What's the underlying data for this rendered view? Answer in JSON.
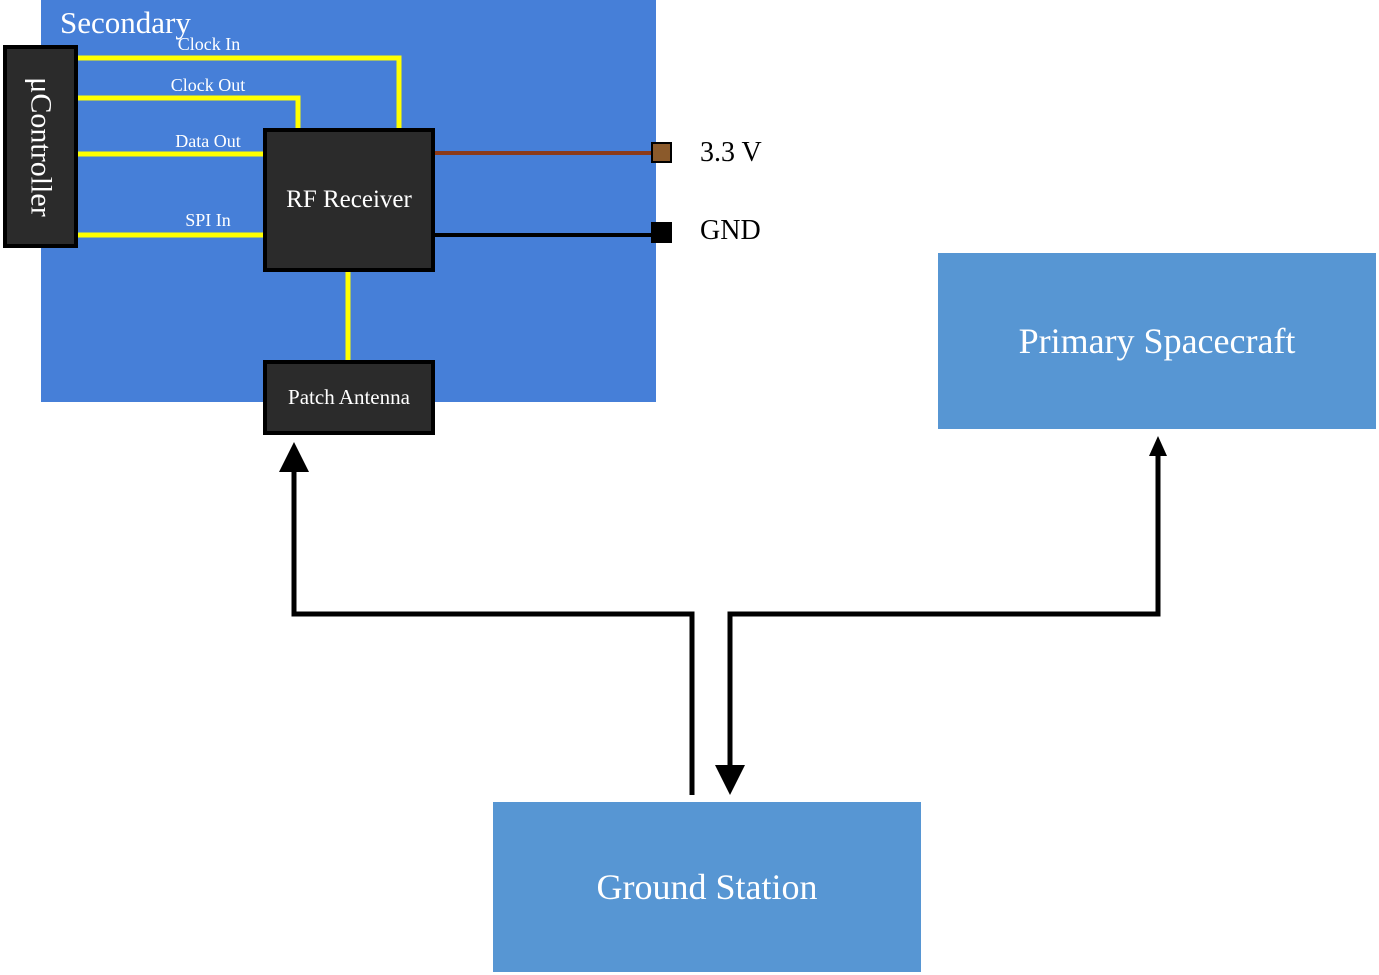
{
  "secondary": {
    "title": "Secondary"
  },
  "controller": {
    "label": "μController"
  },
  "rf_receiver": {
    "label": "RF Receiver"
  },
  "patch_antenna": {
    "label": "Patch Antenna"
  },
  "signals": {
    "clock_in": "Clock In",
    "clock_out": "Clock Out",
    "data_out": "Data Out",
    "spi_in": "SPI In"
  },
  "power": {
    "vcc": "3.3 V",
    "gnd": "GND"
  },
  "primary_spacecraft": {
    "label": "Primary Spacecraft"
  },
  "ground_station": {
    "label": "Ground Station"
  },
  "colors": {
    "secondary_bg": "#467fd8",
    "external_block_bg": "#5796d3",
    "component_bg": "#2b2b2b",
    "signal_wire": "#ffff00",
    "vcc_wire": "#8b3a1a",
    "vcc_pin": "#8b5a2b",
    "gnd_wire": "#000000"
  }
}
